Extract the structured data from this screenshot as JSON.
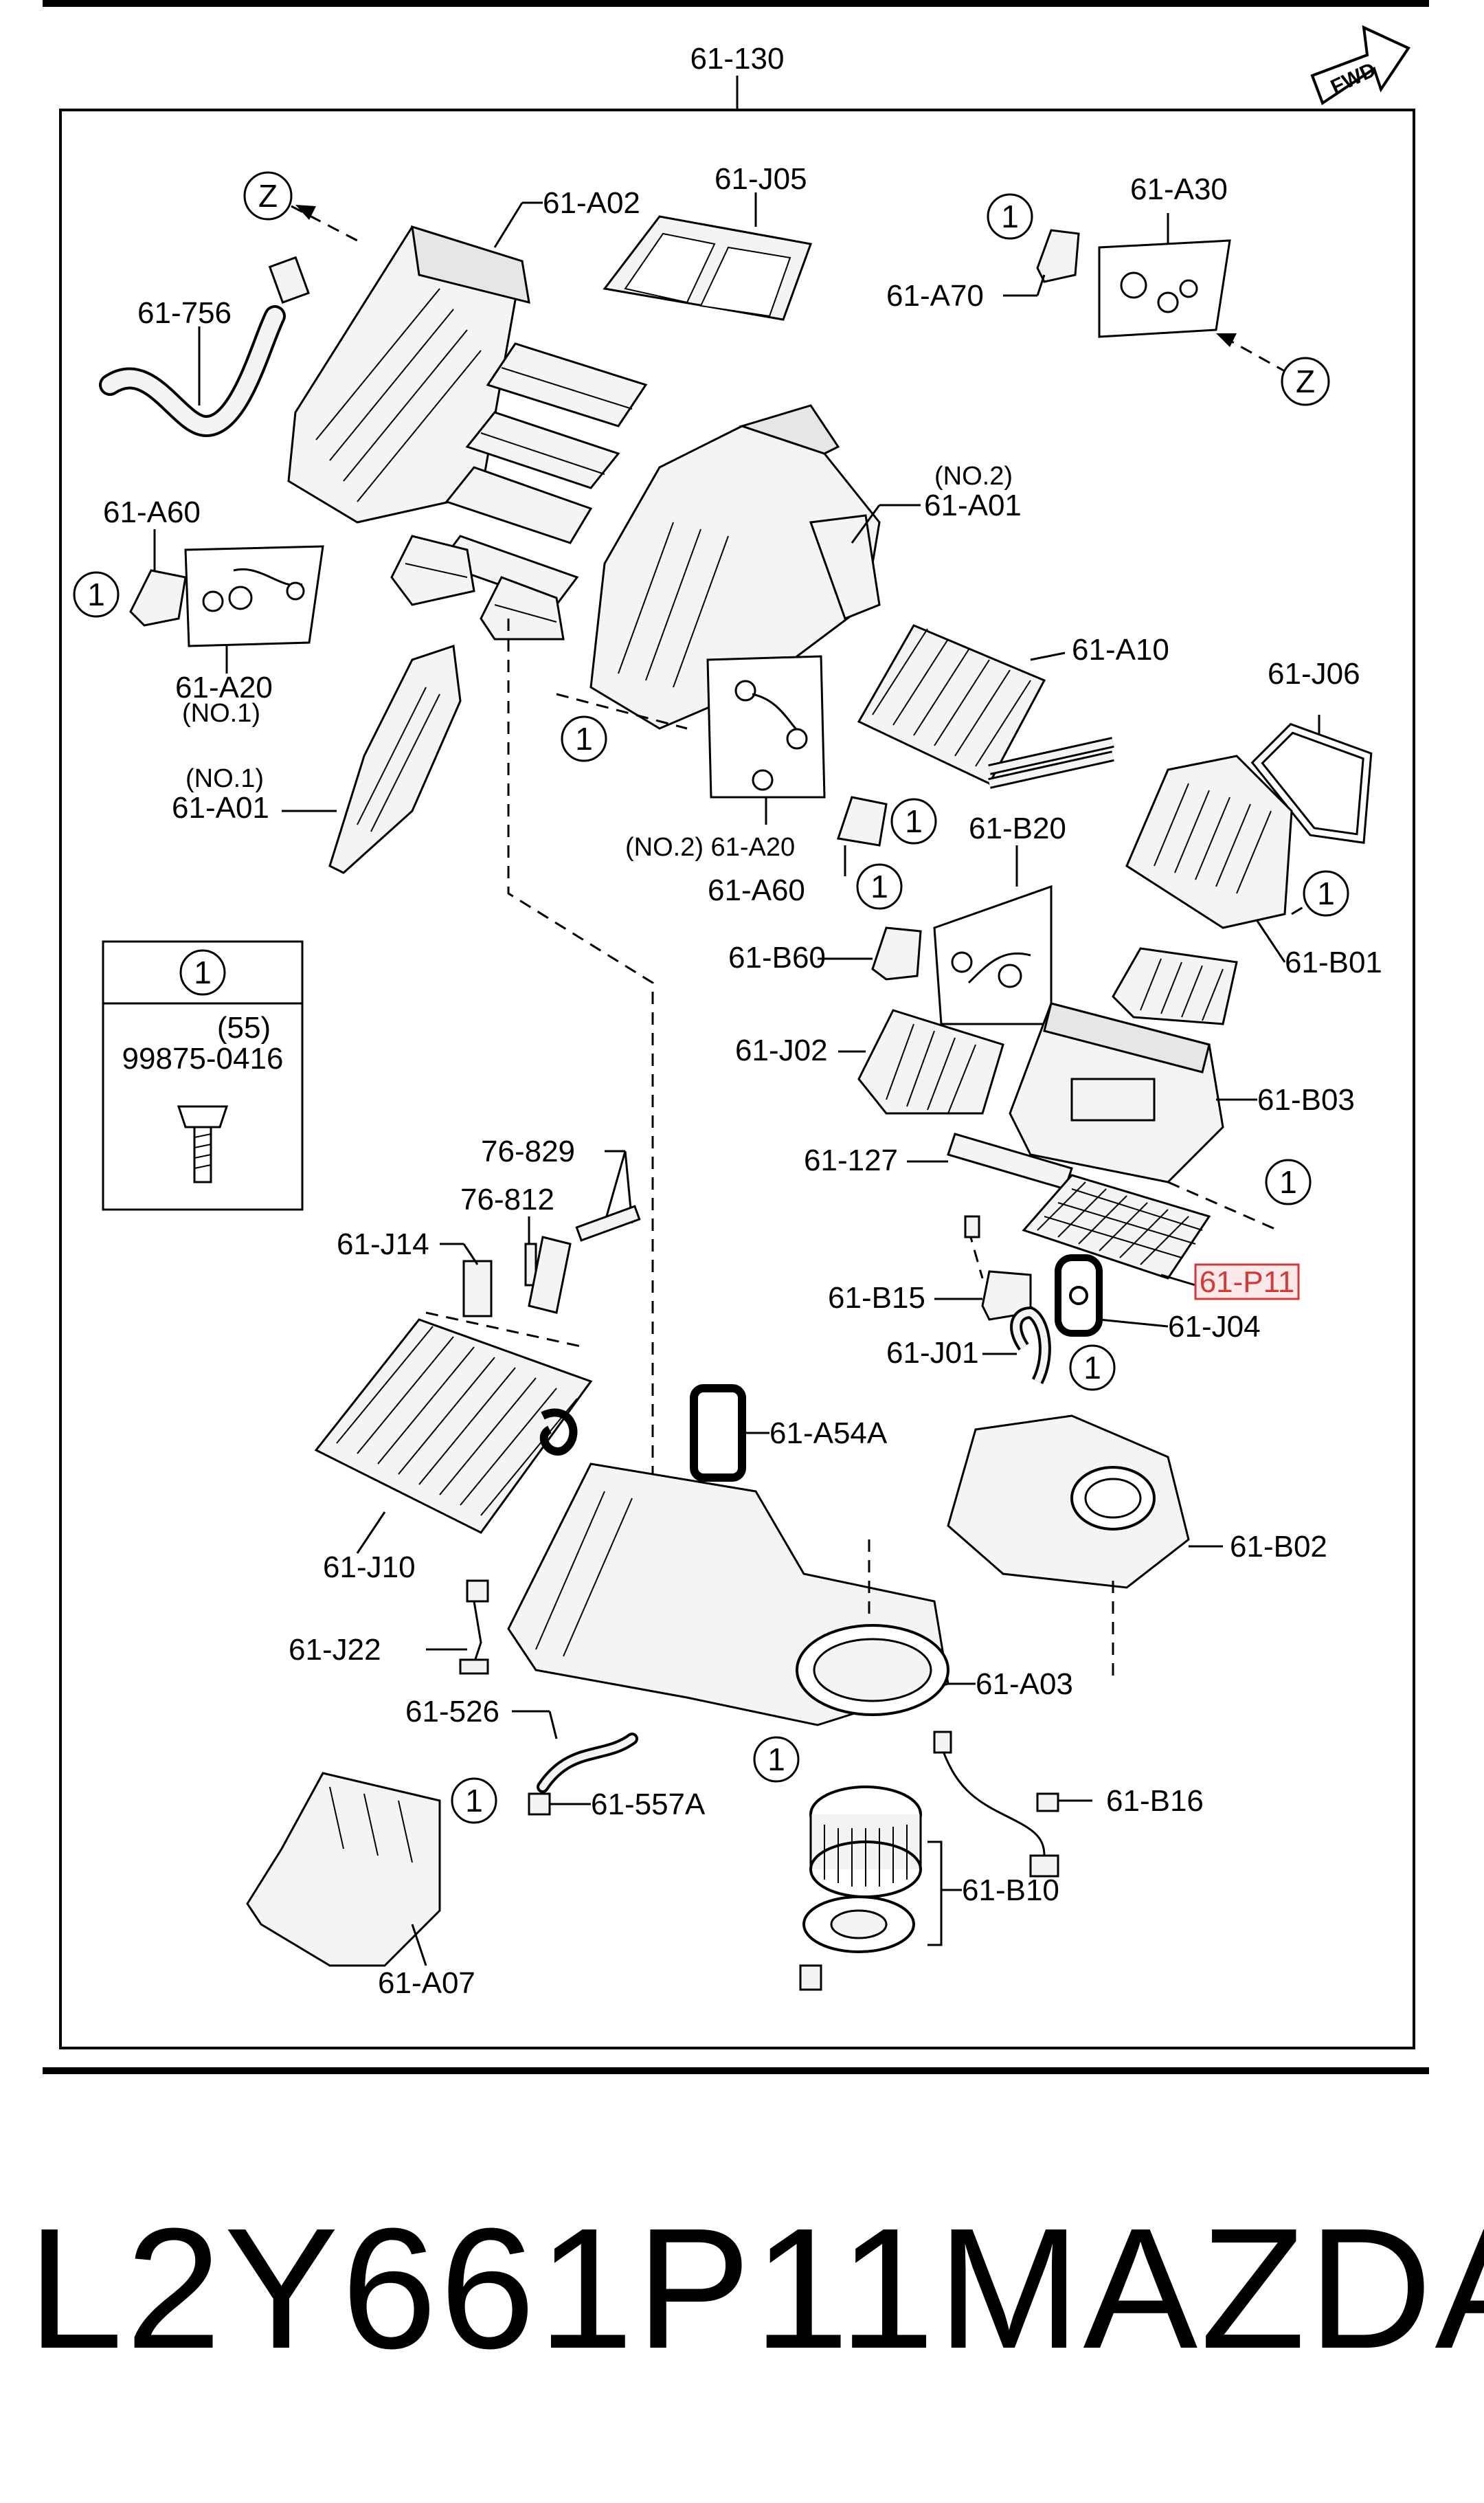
{
  "diagram": {
    "assembly_label": "61-130",
    "fwd_label": "FWD",
    "labels": {
      "a02": "61-A02",
      "j05": "61-J05",
      "a30": "61-A30",
      "a70": "61-A70",
      "z1": "Z",
      "z2": "Z",
      "l756": "61-756",
      "no2_top": "(NO.2)",
      "a01_top": "61-A01",
      "a60_left": "61-A60",
      "a20_left": "61-A20",
      "no1_a20": "(NO.1)",
      "a10": "61-A10",
      "j06": "61-J06",
      "no1_a01": "(NO.1)",
      "a01_left": "61-A01",
      "no2_a20": "(NO.2) 61-A20",
      "a60_mid": "61-A60",
      "b20": "61-B20",
      "b01": "61-B01",
      "b60": "61-B60",
      "legend_qty": "(55)",
      "legend_part": "99875-0416",
      "j02": "61-J02",
      "b03": "61-B03",
      "l127": "61-127",
      "l829": "76-829",
      "l812": "76-812",
      "j14": "61-J14",
      "p11": "61-P11",
      "b15": "61-B15",
      "j04": "61-J04",
      "j01": "61-J01",
      "a54a": "61-A54A",
      "b02": "61-B02",
      "j10": "61-J10",
      "j22": "61-J22",
      "a03": "61-A03",
      "l526": "61-526",
      "l557a": "61-557A",
      "b16": "61-B16",
      "b10": "61-B10",
      "a07": "61-A07"
    },
    "callout_symbol": "1",
    "highlight_color": "#d23a3a"
  },
  "banner": {
    "part_number": "L2Y661P11",
    "brand": "MAZDA"
  }
}
